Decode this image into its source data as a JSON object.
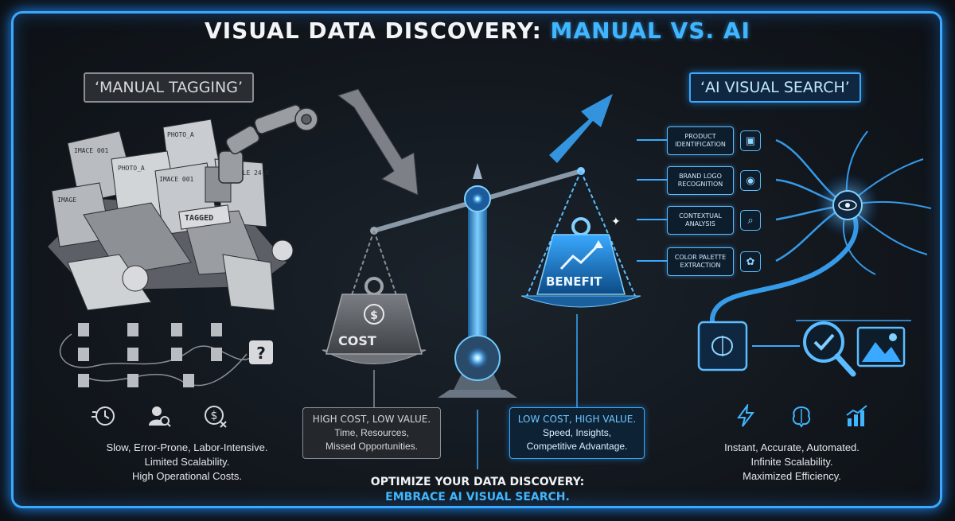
{
  "title": {
    "part1": "VISUAL DATA DISCOVERY: ",
    "part2": "MANUAL VS. AI"
  },
  "manual": {
    "tag": "‘MANUAL TAGGING’",
    "doc_labels": [
      "IMACE 001",
      "PHOTO_A",
      "PHOTO_A",
      "IMACE 001",
      "IMAGE",
      "FILE 24-X",
      "TAGGED"
    ],
    "icons": [
      "clock-icon",
      "user-search-icon",
      "cost-cancel-icon"
    ],
    "summary": [
      "Slow, Error-Prone, Labor-Intensive.",
      "Limited Scalability.",
      "High Operational Costs."
    ]
  },
  "ai": {
    "tag": "‘AI VISUAL SEARCH’",
    "features": [
      {
        "label": "PRODUCT IDENTIFICATION",
        "icon": "box-icon"
      },
      {
        "label": "BRAND LOGO RECOGNITION",
        "icon": "eye-icon"
      },
      {
        "label": "CONTEXTUAL ANALYSIS",
        "icon": "magnifier-icon"
      },
      {
        "label": "COLOR PALETTE EXTRACTION",
        "icon": "palette-icon"
      }
    ],
    "icons": [
      "lightning-icon",
      "brain-icon",
      "growth-chart-icon"
    ],
    "summary": [
      "Instant, Accurate, Automated.",
      "Infinite Scalability.",
      "Maximized Efficiency."
    ]
  },
  "scale": {
    "cost_label": "COST",
    "benefit_label": "BENEFIT",
    "cost_box": {
      "heading": "HIGH COST, LOW VALUE.",
      "lines": [
        "Time, Resources,",
        "Missed Opportunities."
      ]
    },
    "benefit_box": {
      "heading": "LOW COST, HIGH VALUE.",
      "lines": [
        "Speed, Insights,",
        "Competitive Advantage."
      ]
    }
  },
  "cta": {
    "line1": "OPTIMIZE YOUR DATA DISCOVERY:",
    "line2": "EMBRACE AI VISUAL SEARCH."
  },
  "colors": {
    "accent": "#3fb6ff",
    "manual_gray": "#8b8f95",
    "background": "#12171d"
  }
}
